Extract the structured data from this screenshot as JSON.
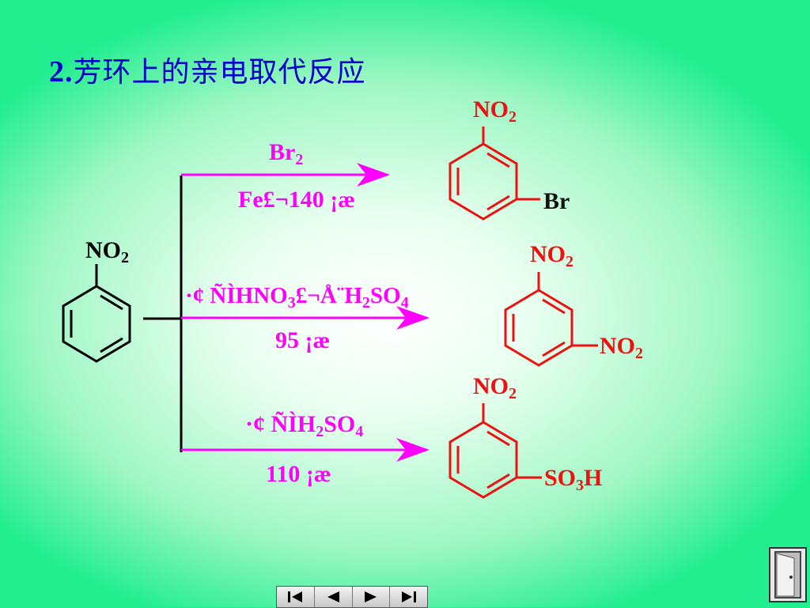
{
  "title": {
    "number": "2.",
    "text": "芳环上的亲电取代反应"
  },
  "reactant": {
    "group_main": "NO",
    "group_sub": "2"
  },
  "reactions": [
    {
      "reagent_top": {
        "main": "Br",
        "sub": "2"
      },
      "condition_bottom": "Fe£¬140 ¡æ",
      "product": {
        "top_group": {
          "main": "NO",
          "sub": "2"
        },
        "meta_group": {
          "main": "Br",
          "sub": "",
          "tail": ""
        }
      }
    },
    {
      "reagent_top": {
        "prefix": "·¢ ÑÌHNO",
        "sub1": "3",
        "mid": "£¬Å¨H",
        "sub2": "2",
        "tail": "SO",
        "sub3": "4"
      },
      "condition_bottom": "95 ¡æ",
      "product": {
        "top_group": {
          "main": "NO",
          "sub": "2"
        },
        "meta_group": {
          "main": "NO",
          "sub": "2",
          "tail": ""
        }
      }
    },
    {
      "reagent_top": {
        "prefix": "·¢ ÑÌH",
        "sub1": "2",
        "tail": "SO",
        "sub2": "4"
      },
      "condition_bottom": "110 ¡æ",
      "product": {
        "top_group": {
          "main": "NO",
          "sub": "2"
        },
        "meta_group": {
          "main": "SO",
          "sub": "3",
          "tail": "H"
        }
      }
    }
  ],
  "colors": {
    "title": "#0000cc",
    "arrow": "#ff00ff",
    "product": "#ee1111",
    "reactant": "#000000"
  },
  "nav_icons": [
    "first-slide-icon",
    "previous-slide-icon",
    "next-slide-icon",
    "last-slide-icon"
  ],
  "exit_icon": "door-exit-icon"
}
